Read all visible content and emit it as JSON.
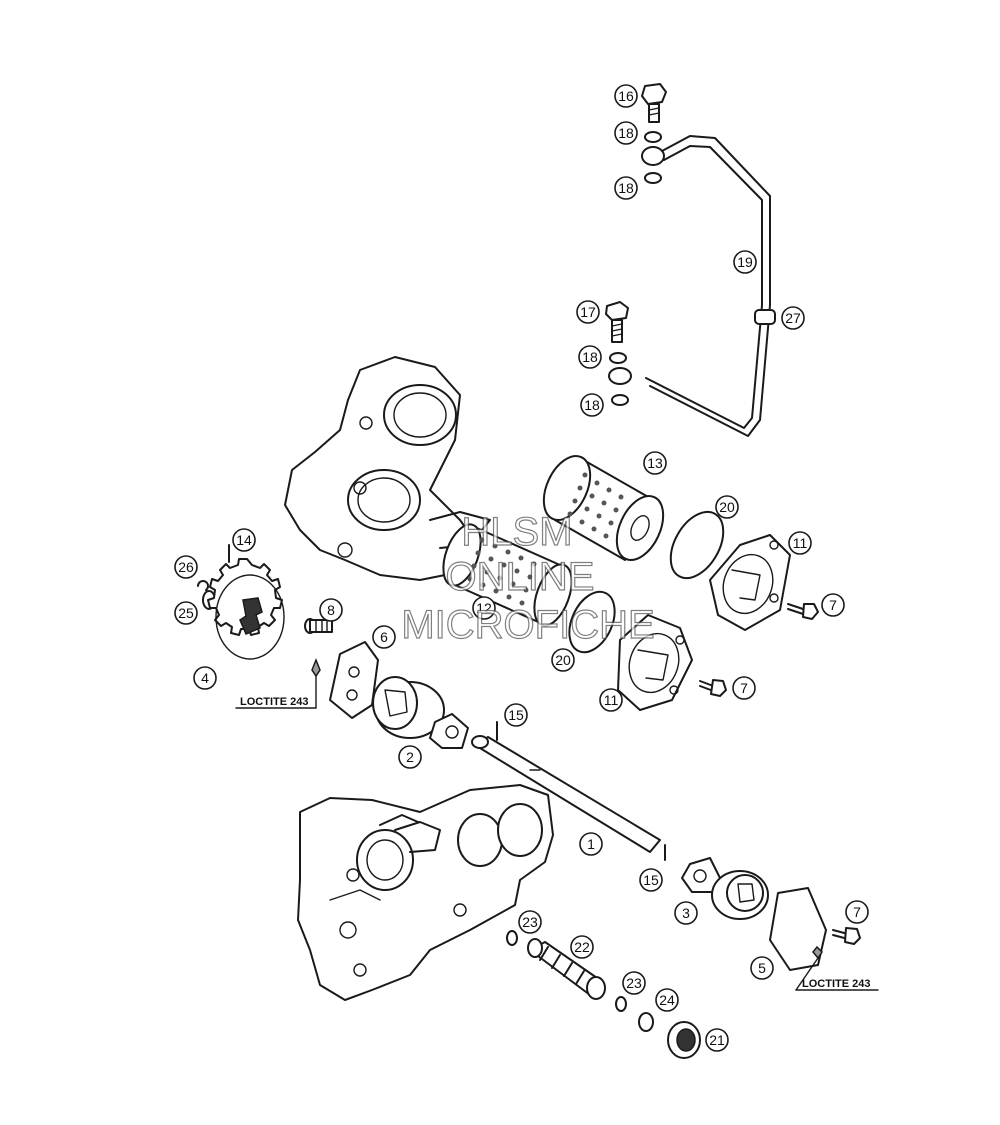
{
  "callouts": [
    {
      "id": "c16",
      "label": "16"
    },
    {
      "id": "c18a",
      "label": "18"
    },
    {
      "id": "c18b",
      "label": "18"
    },
    {
      "id": "c19",
      "label": "19"
    },
    {
      "id": "c27",
      "label": "27"
    },
    {
      "id": "c17",
      "label": "17"
    },
    {
      "id": "c18c",
      "label": "18"
    },
    {
      "id": "c18d",
      "label": "18"
    },
    {
      "id": "c13",
      "label": "13"
    },
    {
      "id": "c20a",
      "label": "20"
    },
    {
      "id": "c11a",
      "label": "11"
    },
    {
      "id": "c7a",
      "label": "7"
    },
    {
      "id": "c12",
      "label": "12"
    },
    {
      "id": "c20b",
      "label": "20"
    },
    {
      "id": "c11b",
      "label": "11"
    },
    {
      "id": "c7b",
      "label": "7"
    },
    {
      "id": "c14",
      "label": "14"
    },
    {
      "id": "c26",
      "label": "26"
    },
    {
      "id": "c25",
      "label": "25"
    },
    {
      "id": "c4",
      "label": "4"
    },
    {
      "id": "c8",
      "label": "8"
    },
    {
      "id": "c6",
      "label": "6"
    },
    {
      "id": "c2",
      "label": "2"
    },
    {
      "id": "c15a",
      "label": "15"
    },
    {
      "id": "c1",
      "label": "1"
    },
    {
      "id": "c15b",
      "label": "15"
    },
    {
      "id": "c3",
      "label": "3"
    },
    {
      "id": "c7c",
      "label": "7"
    },
    {
      "id": "c5",
      "label": "5"
    },
    {
      "id": "c23a",
      "label": "23"
    },
    {
      "id": "c22",
      "label": "22"
    },
    {
      "id": "c23b",
      "label": "23"
    },
    {
      "id": "c24",
      "label": "24"
    },
    {
      "id": "c21",
      "label": "21"
    }
  ],
  "notes": {
    "loctite_left": "LOCTITE 243",
    "loctite_right": "LOCTITE 243"
  },
  "watermark": {
    "line1": "HLSM",
    "line2": "ONLINE",
    "line3": "MICROFICHE"
  }
}
